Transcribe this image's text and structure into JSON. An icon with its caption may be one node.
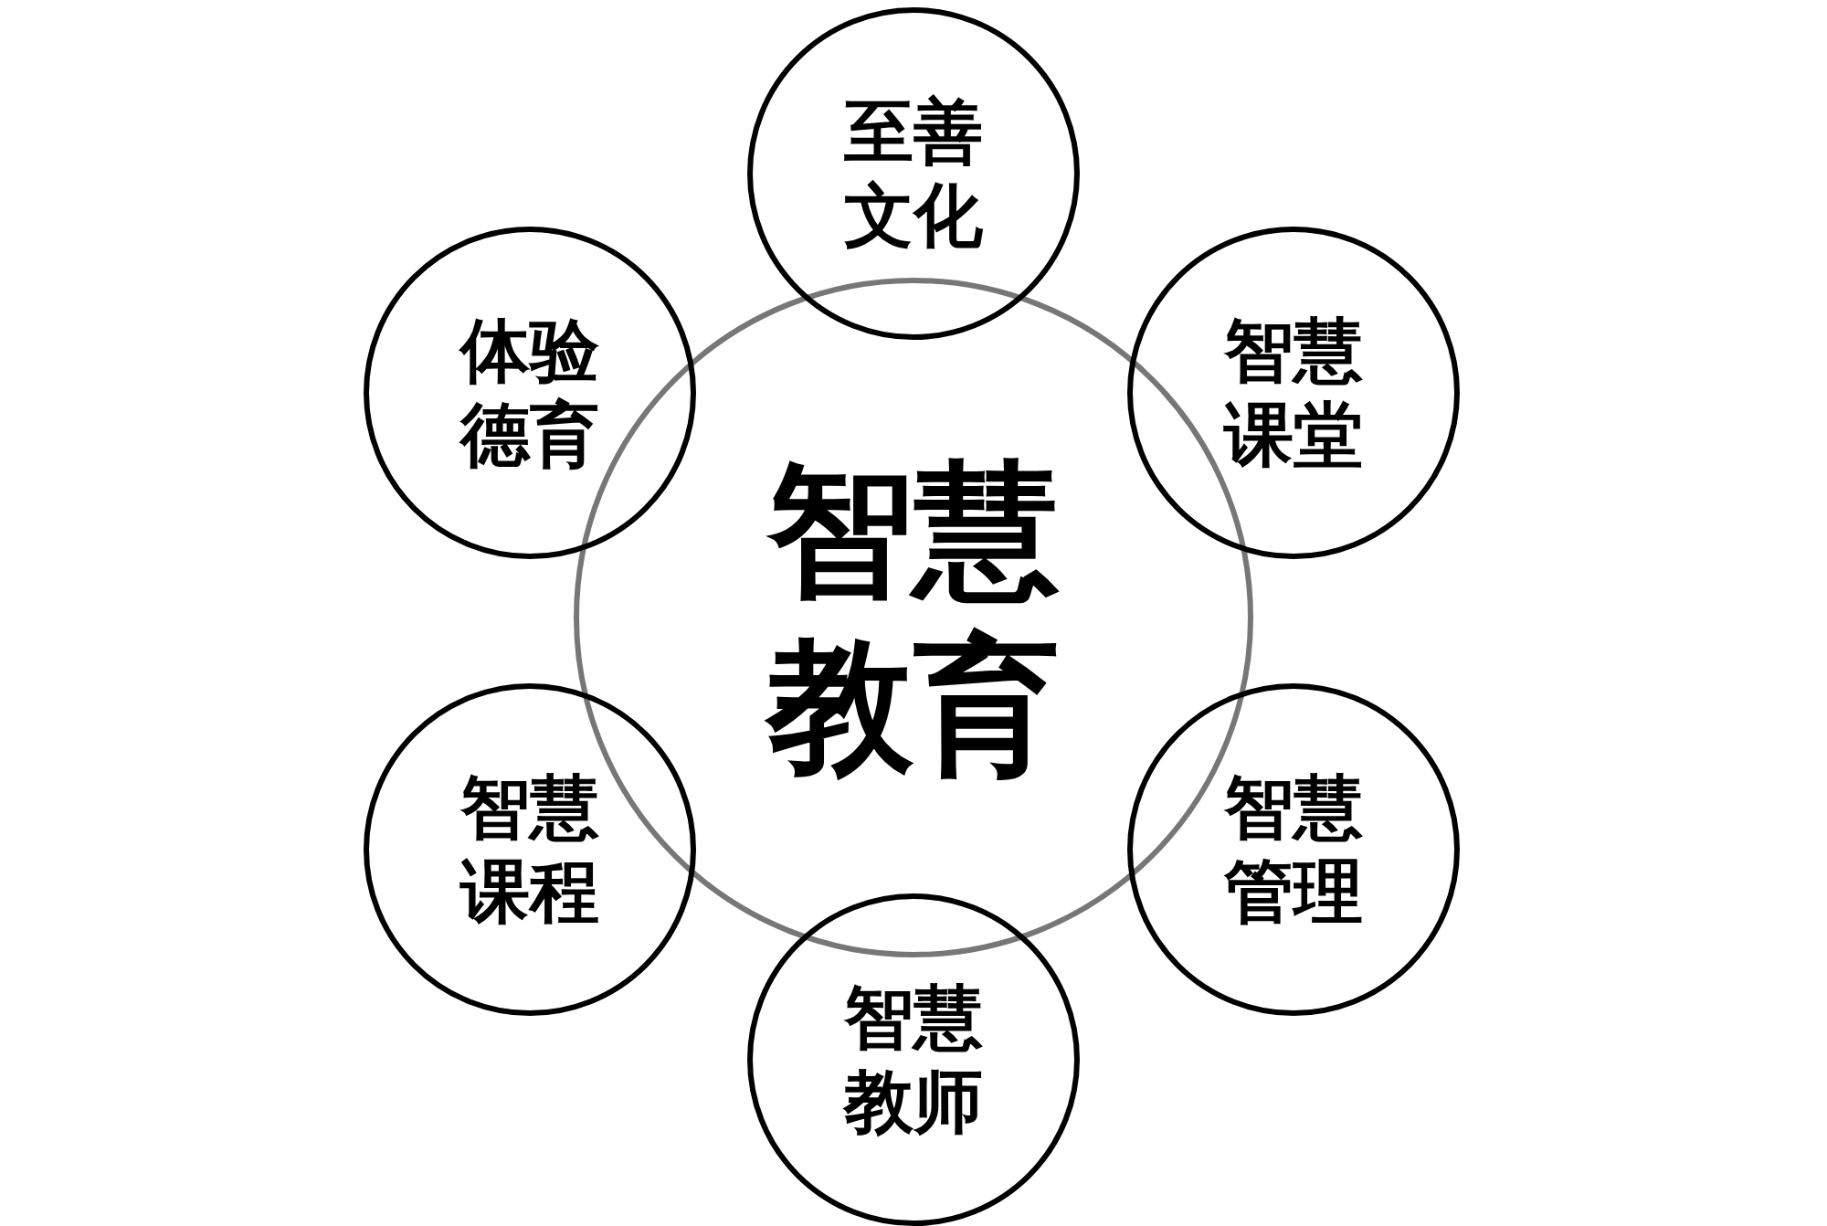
{
  "diagram": {
    "nodes": [
      {
        "text": [
          "智慧教育"
        ]
      },
      {
        "text": [
          "至善文化"
        ]
      },
      {
        "text": [
          "智慧课堂"
        ]
      },
      {
        "text": [
          "智慧管理"
        ]
      },
      {
        "text": [
          "智慧教师"
        ]
      },
      {
        "text": [
          "智慧课程"
        ]
      },
      {
        "text": [
          "体验德育"
        ]
      }
    ]
  }
}
